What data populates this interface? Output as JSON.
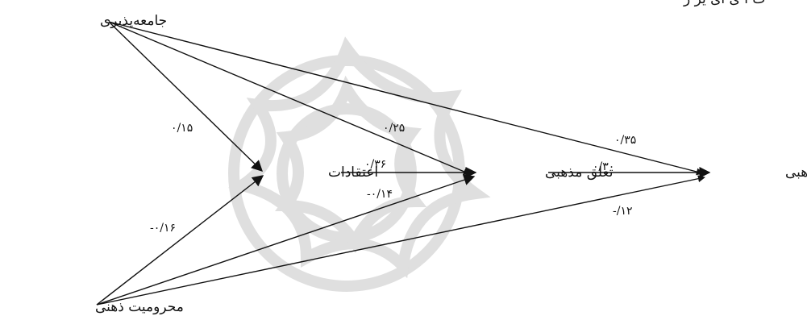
{
  "diagram": {
    "nodes": {
      "socialization": "جامعه‌پذیری",
      "deprivation": "محرومیت ذهنی",
      "beliefs": "اعتقادات",
      "attachment": "تعلق مذهبی",
      "practices": "اعمال مذهبی"
    },
    "coefficients": {
      "socialization_beliefs": "۰/۱۵",
      "socialization_attachment": "۰/۲۵",
      "socialization_practices": "۰/۳۵",
      "beliefs_attachment": "۰/۳۶",
      "attachment_practices": "۰/۳۰",
      "deprivation_beliefs": "-۰/۱۶",
      "deprivation_attachment": "-۰/۱۴",
      "deprivation_practices": "-/۱۲"
    }
  },
  "top_text_fragment": "ت ا ی ای یر ر",
  "colors": {
    "ink": "#111111",
    "watermark": "#d8d8d8"
  }
}
